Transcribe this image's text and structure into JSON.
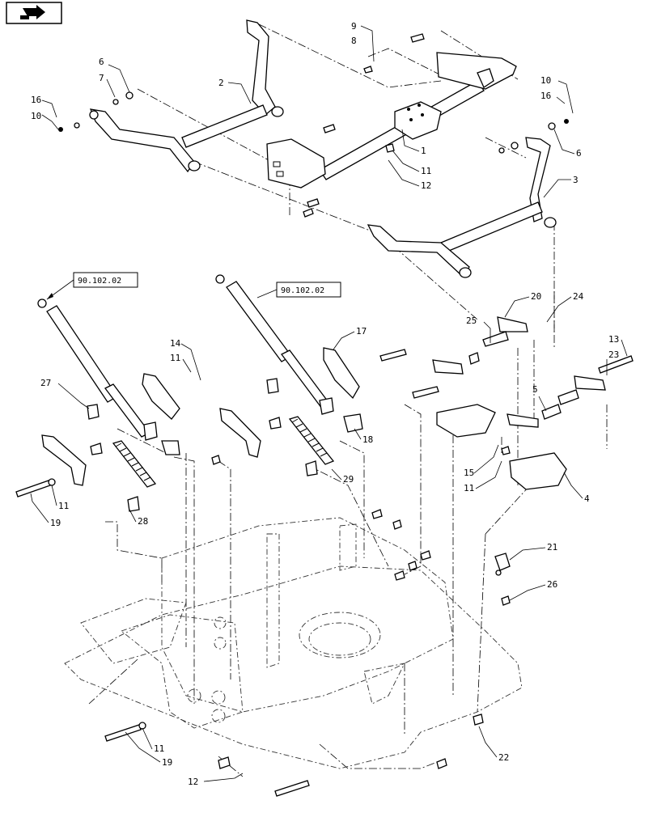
{
  "nav": {
    "icon": "next-page-arrow-icon"
  },
  "refs": [
    {
      "id": "ref-1",
      "label": "90.102.02"
    },
    {
      "id": "ref-2",
      "label": "90.102.02"
    }
  ],
  "callouts": {
    "c1": "1",
    "c2": "2",
    "c3": "3",
    "c4": "4",
    "c5": "5",
    "c6a": "6",
    "c6b": "6",
    "c7": "7",
    "c8": "8",
    "c9": "9",
    "c10a": "10",
    "c10b": "10",
    "c11a": "11",
    "c11b": "11",
    "c11c": "11",
    "c11d": "11",
    "c11e": "11",
    "c12a": "12",
    "c12b": "12",
    "c13": "13",
    "c14": "14",
    "c15": "15",
    "c16a": "16",
    "c16b": "16",
    "c17": "17",
    "c18": "18",
    "c19a": "19",
    "c19b": "19",
    "c20": "20",
    "c21": "21",
    "c22": "22",
    "c23": "23",
    "c24": "24",
    "c25": "25",
    "c26": "26",
    "c27": "27",
    "c28": "28",
    "c29": "29"
  }
}
